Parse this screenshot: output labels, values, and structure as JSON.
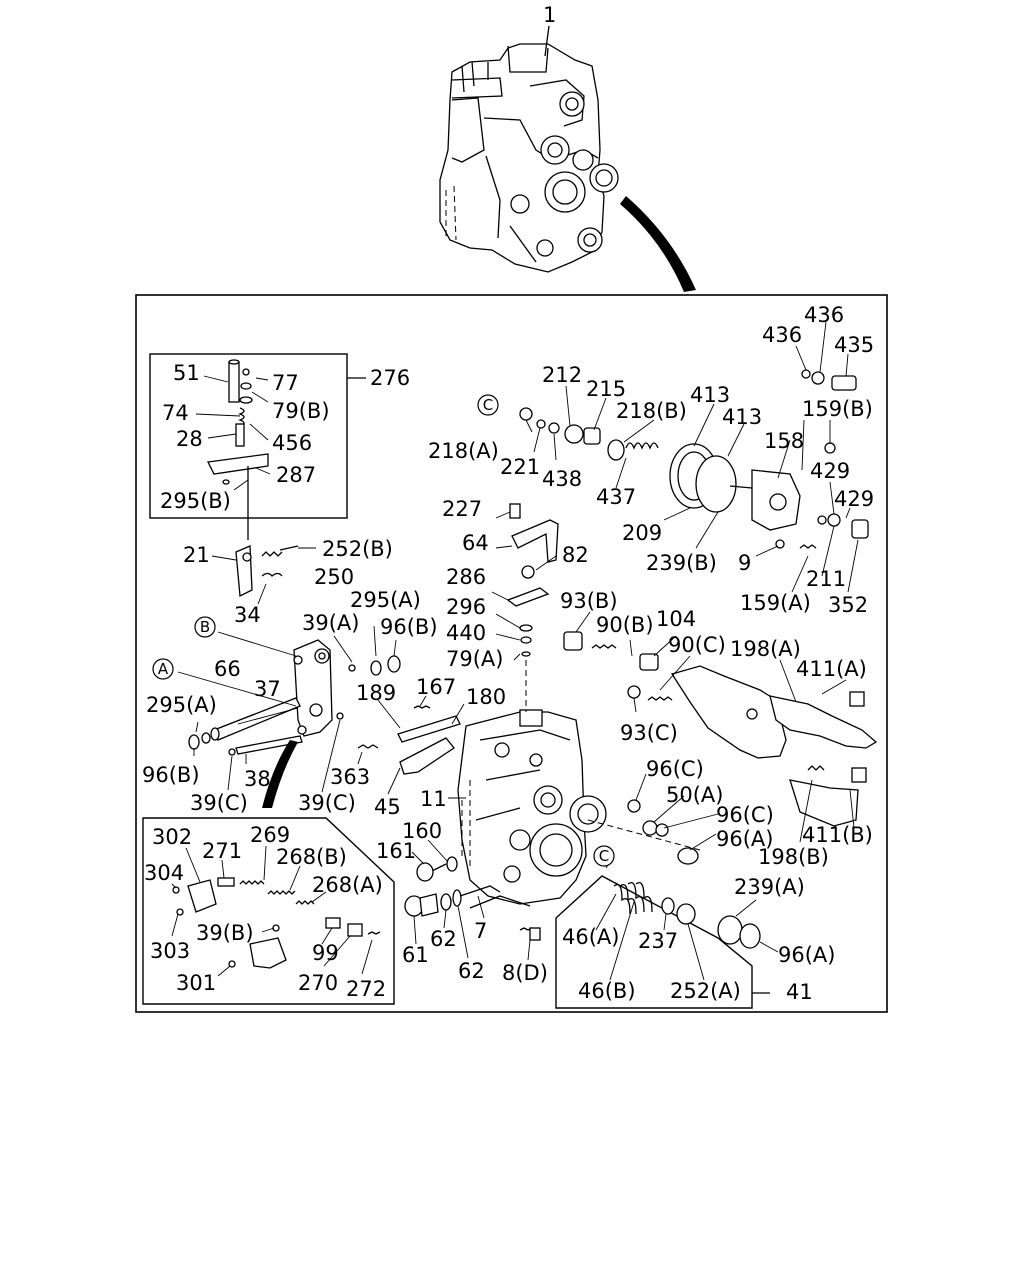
{
  "labels": [
    {
      "id": "p1",
      "text": "1"
    },
    {
      "id": "p276",
      "text": "276"
    },
    {
      "id": "p51",
      "text": "51"
    },
    {
      "id": "p77",
      "text": "77"
    },
    {
      "id": "p79b",
      "text": "79(B)"
    },
    {
      "id": "p74",
      "text": "74"
    },
    {
      "id": "p28",
      "text": "28"
    },
    {
      "id": "p456",
      "text": "456"
    },
    {
      "id": "p287",
      "text": "287"
    },
    {
      "id": "p295b",
      "text": "295(B)"
    },
    {
      "id": "p21",
      "text": "21"
    },
    {
      "id": "p252b",
      "text": "252(B)"
    },
    {
      "id": "p250",
      "text": "250"
    },
    {
      "id": "p34",
      "text": "34"
    },
    {
      "id": "p39a",
      "text": "39(A)"
    },
    {
      "id": "p295a_1",
      "text": "295(A)"
    },
    {
      "id": "p96b_1",
      "text": "96(B)"
    },
    {
      "id": "p66",
      "text": "66"
    },
    {
      "id": "p37",
      "text": "37"
    },
    {
      "id": "p295a_2",
      "text": "295(A)"
    },
    {
      "id": "p96b_2",
      "text": "96(B)"
    },
    {
      "id": "p38",
      "text": "38"
    },
    {
      "id": "p39c_1",
      "text": "39(C)"
    },
    {
      "id": "p39c_2",
      "text": "39(C)"
    },
    {
      "id": "p189",
      "text": "189"
    },
    {
      "id": "p167",
      "text": "167"
    },
    {
      "id": "p180",
      "text": "180"
    },
    {
      "id": "p363",
      "text": "363"
    },
    {
      "id": "p45",
      "text": "45"
    },
    {
      "id": "p11",
      "text": "11"
    },
    {
      "id": "p160",
      "text": "160"
    },
    {
      "id": "p161",
      "text": "161"
    },
    {
      "id": "p61",
      "text": "61"
    },
    {
      "id": "p62_1",
      "text": "62"
    },
    {
      "id": "p62_2",
      "text": "62"
    },
    {
      "id": "p7",
      "text": "7"
    },
    {
      "id": "p8d",
      "text": "8(D)"
    },
    {
      "id": "p227",
      "text": "227"
    },
    {
      "id": "p64",
      "text": "64"
    },
    {
      "id": "p82",
      "text": "82"
    },
    {
      "id": "p286",
      "text": "286"
    },
    {
      "id": "p296",
      "text": "296"
    },
    {
      "id": "p440",
      "text": "440"
    },
    {
      "id": "p79a",
      "text": "79(A)"
    },
    {
      "id": "p93b",
      "text": "93(B)"
    },
    {
      "id": "p90b",
      "text": "90(B)"
    },
    {
      "id": "p104",
      "text": "104"
    },
    {
      "id": "p90c",
      "text": "90(C)"
    },
    {
      "id": "p93c",
      "text": "93(C)"
    },
    {
      "id": "p96c_1",
      "text": "96(C)"
    },
    {
      "id": "p50a",
      "text": "50(A)"
    },
    {
      "id": "p96c_2",
      "text": "96(C)"
    },
    {
      "id": "p96a_1",
      "text": "96(A)"
    },
    {
      "id": "p218a",
      "text": "218(A)"
    },
    {
      "id": "p221",
      "text": "221"
    },
    {
      "id": "p212",
      "text": "212"
    },
    {
      "id": "p215",
      "text": "215"
    },
    {
      "id": "p438",
      "text": "438"
    },
    {
      "id": "p218b",
      "text": "218(B)"
    },
    {
      "id": "p437",
      "text": "437"
    },
    {
      "id": "p413_1",
      "text": "413"
    },
    {
      "id": "p413_2",
      "text": "413"
    },
    {
      "id": "p209",
      "text": "209"
    },
    {
      "id": "p239b",
      "text": "239(B)"
    },
    {
      "id": "p158",
      "text": "158"
    },
    {
      "id": "p9",
      "text": "9"
    },
    {
      "id": "p436_1",
      "text": "436"
    },
    {
      "id": "p436_2",
      "text": "436"
    },
    {
      "id": "p435",
      "text": "435"
    },
    {
      "id": "p159b",
      "text": "159(B)"
    },
    {
      "id": "p429_1",
      "text": "429"
    },
    {
      "id": "p429_2",
      "text": "429"
    },
    {
      "id": "p211",
      "text": "211"
    },
    {
      "id": "p159a",
      "text": "159(A)"
    },
    {
      "id": "p352",
      "text": "352"
    },
    {
      "id": "p198a",
      "text": "198(A)"
    },
    {
      "id": "p411a",
      "text": "411(A)"
    },
    {
      "id": "p411b",
      "text": "411(B)"
    },
    {
      "id": "p198b",
      "text": "198(B)"
    },
    {
      "id": "p239a",
      "text": "239(A)"
    },
    {
      "id": "p96a_2",
      "text": "96(A)"
    },
    {
      "id": "p46a",
      "text": "46(A)"
    },
    {
      "id": "p237",
      "text": "237"
    },
    {
      "id": "p46b",
      "text": "46(B)"
    },
    {
      "id": "p252a",
      "text": "252(A)"
    },
    {
      "id": "p41",
      "text": "41"
    },
    {
      "id": "p302",
      "text": "302"
    },
    {
      "id": "p269",
      "text": "269"
    },
    {
      "id": "p271",
      "text": "271"
    },
    {
      "id": "p268b",
      "text": "268(B)"
    },
    {
      "id": "p268a",
      "text": "268(A)"
    },
    {
      "id": "p304",
      "text": "304"
    },
    {
      "id": "p303",
      "text": "303"
    },
    {
      "id": "p39b",
      "text": "39(B)"
    },
    {
      "id": "p99",
      "text": "99"
    },
    {
      "id": "p301",
      "text": "301"
    },
    {
      "id": "p270",
      "text": "270"
    },
    {
      "id": "p272",
      "text": "272"
    }
  ],
  "callouts": [
    {
      "id": "ref_a",
      "text": "A"
    },
    {
      "id": "ref_b",
      "text": "B"
    },
    {
      "id": "ref_c1",
      "text": "C"
    },
    {
      "id": "ref_c2",
      "text": "C"
    }
  ]
}
